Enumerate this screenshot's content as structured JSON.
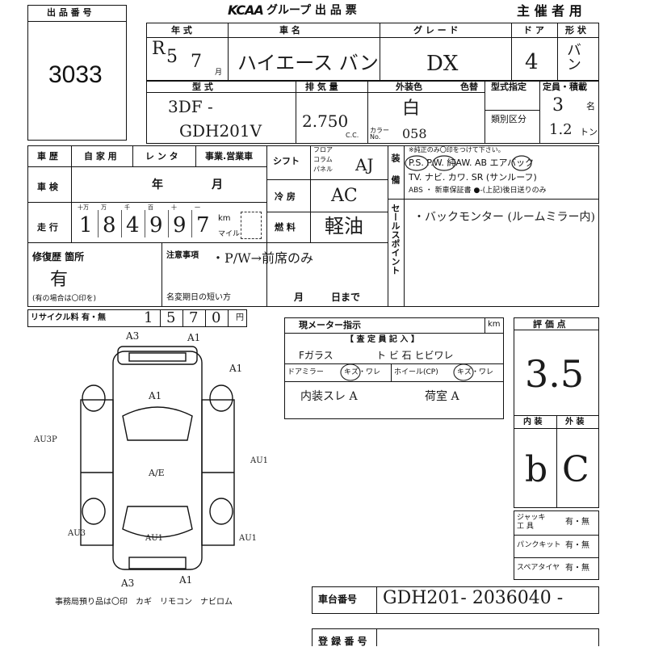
{
  "header": {
    "lot_label": "出 品 番 号",
    "lot_number": "3033",
    "logo": "KCAA",
    "title": "グループ 出 品 票",
    "organizer": "主 催 者 用"
  },
  "row1": {
    "year_label": "年 式",
    "name_label": "車 名",
    "grade_label": "グ レ ー ド",
    "doors_label": "ド ア",
    "shape_label": "形 状",
    "era": "R",
    "year": "5",
    "month": "7",
    "month_unit": "月",
    "car_name": "ハイエース バン",
    "grade": "DX",
    "doors": "4",
    "shape": "バン"
  },
  "row2": {
    "model_label": "型 式",
    "displacement_label": "排 気 量",
    "exterior_color_label": "外装色",
    "color_change_label": "色替",
    "model_designation_label": "型式指定",
    "classification_label": "類別区分",
    "capacity_label": "定員・積載",
    "model_line1": "3DF -",
    "model_line2": "GDH201V",
    "displacement": "2.750",
    "cc": "C.C.",
    "color": "白",
    "color_no_label": "カラー No.",
    "color_no": "058",
    "capacity_persons": "3",
    "persons_unit": "名",
    "load": "1.2",
    "load_unit": "トン"
  },
  "history": {
    "history_label": "車 歴",
    "private_label": "自 家 用",
    "rental_label": "レ ン タ",
    "business_label": "事業.営業車",
    "inspection_label": "車 検",
    "year_unit": "年",
    "month_unit": "月",
    "mileage_label": "走 行",
    "digit_labels": [
      "十万",
      "万",
      "千",
      "百",
      "十",
      "一"
    ],
    "mileage_digits": [
      "1",
      "8",
      "4",
      "9",
      "9",
      "7"
    ],
    "km_label": "km",
    "mile_label": "マイル"
  },
  "mech": {
    "shift_label": "シフト",
    "shift_options": [
      "フロア",
      "コラム",
      "パネル"
    ],
    "shift_value": "AJ",
    "ac_label": "冷 房",
    "ac_value": "AC",
    "fuel_label": "燃 料",
    "fuel_value": "軽油"
  },
  "equipment": {
    "label": "装 備",
    "note": "※純正のみ〇印をつけて下さい。",
    "line1": "P.S. P.W. 純AW. AB エアバック",
    "line2": "TV. ナビ. カワ. SR (サンルーフ)",
    "line3": "ABS ・ 新車保証書 ●-(上記)後日送りのみ"
  },
  "sales_points": {
    "label": "セールスポイント",
    "text": "・バックモンター (ルームミラー内)"
  },
  "repair": {
    "label": "修復歴 箇所",
    "value": "有",
    "note": "(有の場合は〇印を)"
  },
  "notes": {
    "label": "注意事項",
    "text": "・P/W→前席のみ",
    "name_change_label": "名変期日の短い方",
    "month_unit": "月",
    "day_unit": "日まで"
  },
  "recycle": {
    "label": "リサイクル料 有・無",
    "digits": [
      "1",
      "5",
      "7",
      "0"
    ],
    "yen": "円"
  },
  "inspector": {
    "meter_label": "現メーター指示",
    "km": "km",
    "header": "【 査 定 員 記 入 】",
    "glass_label": "Fガラス",
    "glass_options": "ト ビ 石  ヒビワレ",
    "mirror_label": "ドアミラー",
    "mirror_options": "キズ・ワレ",
    "wheel_label": "ホイール(CP)",
    "wheel_options": "キズ・ワレ",
    "remark1": "内装スレ A",
    "remark2": "荷室 A"
  },
  "grades": {
    "score_label": "評 価 点",
    "score": "3.5",
    "interior_label": "内 装",
    "exterior_label": "外 装",
    "interior_grade": "b",
    "exterior_grade": "C"
  },
  "tools": {
    "jack_label": "ジャッキ 工 具",
    "puncture_label": "パンクキット",
    "spare_label": "スペアタイヤ",
    "option": "有・無"
  },
  "diagram_marks": {
    "top_left": "A3",
    "top_right": "A1",
    "right_top": "A1",
    "roof": "A1",
    "left": "AU3P",
    "right_mid": "AU1",
    "cabin": "A/E",
    "left_low": "AU3",
    "centre_low": "AU1",
    "right_low": "AU1",
    "bottom_left": "A3",
    "bottom_right": "A1"
  },
  "footer": {
    "office_note": "事務局預り品は〇印　カギ　リモコン　ナビロム",
    "chassis_label": "車台番号",
    "chassis_number": "GDH201- 2036040 -",
    "registration_label": "登 録 番 号"
  }
}
